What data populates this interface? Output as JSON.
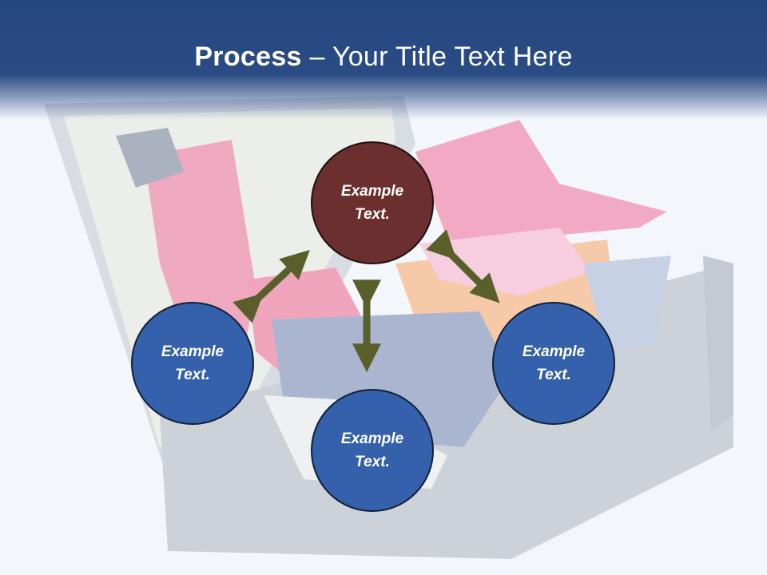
{
  "title": {
    "bold": "Process",
    "rest": " – Your Title Text Here"
  },
  "background": {
    "image": "open suitcase packed with clothes and a pink hat"
  },
  "colors": {
    "header": "#2a4b84",
    "node_blue": "#3560ab",
    "node_center": "#6a2f2e",
    "arrow": "#5a5e2a"
  },
  "nodes": {
    "top": "Example\nText.",
    "left": "Example\nText.",
    "right": "Example\nText.",
    "bottom": "Example\nText."
  }
}
